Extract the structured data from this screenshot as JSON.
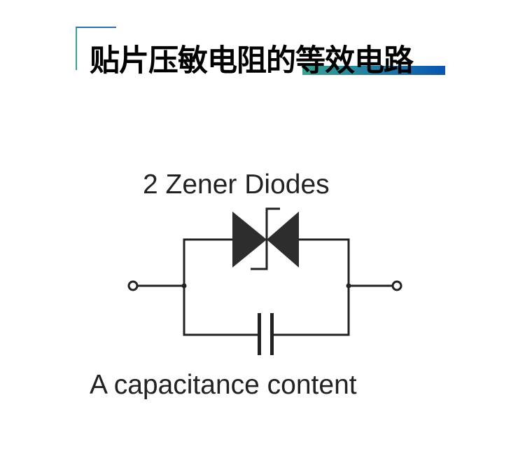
{
  "title": "贴片压敏电阻的等效电路",
  "diagram": {
    "top_label": "2 Zener Diodes",
    "bottom_label": "A capacitance content"
  },
  "colors": {
    "accent_start": "#3aa394",
    "accent_end": "#0a56b0",
    "line": "#222222"
  }
}
